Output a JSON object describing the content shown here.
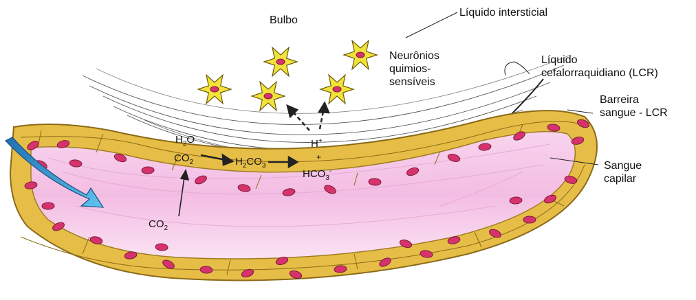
{
  "labels": {
    "bulbo": "Bulbo",
    "liquido_intersticial": "Líquido intersticial",
    "neuronios_line1": "Neurônios",
    "neuronios_line2": "quimios-",
    "neuronios_line3": "sensíveis",
    "lcr_line1": "Líquido",
    "lcr_line2": "cefalorraquidiano (LCR)",
    "barreira_line1": "Barreira",
    "barreira_line2": "sangue - LCR",
    "sangue_line1": "Sangue",
    "sangue_line2": "capilar"
  },
  "chem": {
    "h2o": "H",
    "h2o_sub": "2",
    "h2o_tail": "O",
    "co2": "CO",
    "co2_sub": "2",
    "h2co3_a": "H",
    "h2co3_sub1": "2",
    "h2co3_b": "CO",
    "h2co3_sub2": "3",
    "hplus": "H",
    "hplus_sup": "+",
    "plus": "+",
    "hco3": "HCO",
    "hco3_sub": "3",
    "hco3_sup": "-",
    "co2_blood": "CO",
    "co2_blood_sub": "2"
  },
  "colors": {
    "vessel_wall": "#e8c04a",
    "vessel_wall_dark": "#b9902a",
    "cell_nucleus": "#d6336c",
    "blood": "#f5c6e6",
    "blood_light": "#fbe4f3",
    "neuron": "#f2e33a",
    "flow_arrow": "#2f9fd8"
  }
}
